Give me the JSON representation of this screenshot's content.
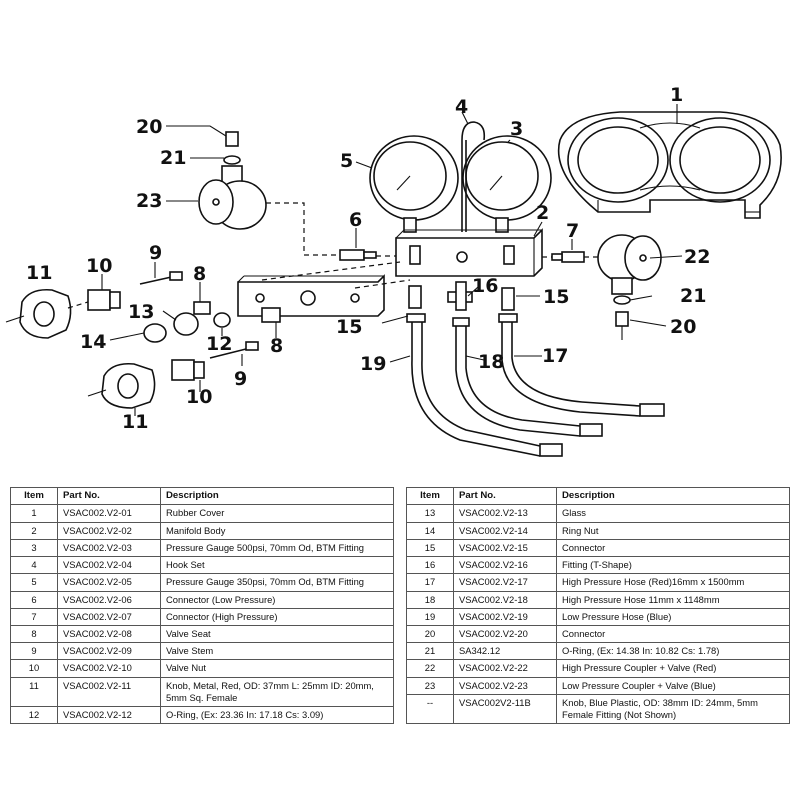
{
  "callouts": {
    "c1": "1",
    "c2": "2",
    "c3": "3",
    "c4": "4",
    "c5": "5",
    "c6": "6",
    "c7": "7",
    "c8a": "8",
    "c8b": "8",
    "c9a": "9",
    "c9b": "9",
    "c10a": "10",
    "c10b": "10",
    "c11a": "11",
    "c11b": "11",
    "c12": "12",
    "c13": "13",
    "c14": "14",
    "c15a": "15",
    "c15b": "15",
    "c16": "16",
    "c17": "17",
    "c18": "18",
    "c19": "19",
    "c20a": "20",
    "c20b": "20",
    "c21a": "21",
    "c21b": "21",
    "c22": "22",
    "c23": "23"
  },
  "table_headers": {
    "item": "Item",
    "part": "Part No.",
    "desc": "Description"
  },
  "parts_left": [
    {
      "item": "1",
      "part": "VSAC002.V2-01",
      "desc": "Rubber Cover"
    },
    {
      "item": "2",
      "part": "VSAC002.V2-02",
      "desc": "Manifold Body"
    },
    {
      "item": "3",
      "part": "VSAC002.V2-03",
      "desc": "Pressure Gauge 500psi, 70mm Od, BTM Fitting"
    },
    {
      "item": "4",
      "part": "VSAC002.V2-04",
      "desc": "Hook Set"
    },
    {
      "item": "5",
      "part": "VSAC002.V2-05",
      "desc": "Pressure Gauge 350psi, 70mm Od, BTM Fitting"
    },
    {
      "item": "6",
      "part": "VSAC002.V2-06",
      "desc": "Connector (Low Pressure)"
    },
    {
      "item": "7",
      "part": "VSAC002.V2-07",
      "desc": "Connector (High Pressure)"
    },
    {
      "item": "8",
      "part": "VSAC002.V2-08",
      "desc": "Valve Seat"
    },
    {
      "item": "9",
      "part": "VSAC002.V2-09",
      "desc": "Valve Stem"
    },
    {
      "item": "10",
      "part": "VSAC002.V2-10",
      "desc": "Valve Nut"
    },
    {
      "item": "11",
      "part": "VSAC002.V2-11",
      "desc": "Knob, Metal, Red, OD: 37mm L: 25mm ID: 20mm, 5mm Sq. Female"
    },
    {
      "item": "12",
      "part": "VSAC002.V2-12",
      "desc": "O-Ring, (Ex: 23.36 In: 17.18 Cs: 3.09)"
    }
  ],
  "parts_right": [
    {
      "item": "13",
      "part": "VSAC002.V2-13",
      "desc": "Glass"
    },
    {
      "item": "14",
      "part": "VSAC002.V2-14",
      "desc": "Ring Nut"
    },
    {
      "item": "15",
      "part": "VSAC002.V2-15",
      "desc": "Connector"
    },
    {
      "item": "16",
      "part": "VSAC002.V2-16",
      "desc": "Fitting (T-Shape)"
    },
    {
      "item": "17",
      "part": "VSAC002.V2-17",
      "desc": "High Pressure Hose (Red)16mm x 1500mm"
    },
    {
      "item": "18",
      "part": "VSAC002.V2-18",
      "desc": "High Pressure Hose 11mm x 1148mm"
    },
    {
      "item": "19",
      "part": "VSAC002.V2-19",
      "desc": "Low Pressure Hose (Blue)"
    },
    {
      "item": "20",
      "part": "VSAC002.V2-20",
      "desc": "Connector"
    },
    {
      "item": "21",
      "part": "SA342.12",
      "desc": "O-Ring, (Ex: 14.38 In: 10.82 Cs: 1.78)"
    },
    {
      "item": "22",
      "part": "VSAC002.V2-22",
      "desc": "High Pressure Coupler + Valve (Red)"
    },
    {
      "item": "23",
      "part": "VSAC002.V2-23",
      "desc": "Low Pressure Coupler + Valve (Blue)"
    },
    {
      "item": "--",
      "part": "VSAC002V2-11B",
      "desc": "Knob, Blue Plastic, OD: 38mm ID: 24mm, 5mm Female Fitting (Not Shown)"
    }
  ]
}
